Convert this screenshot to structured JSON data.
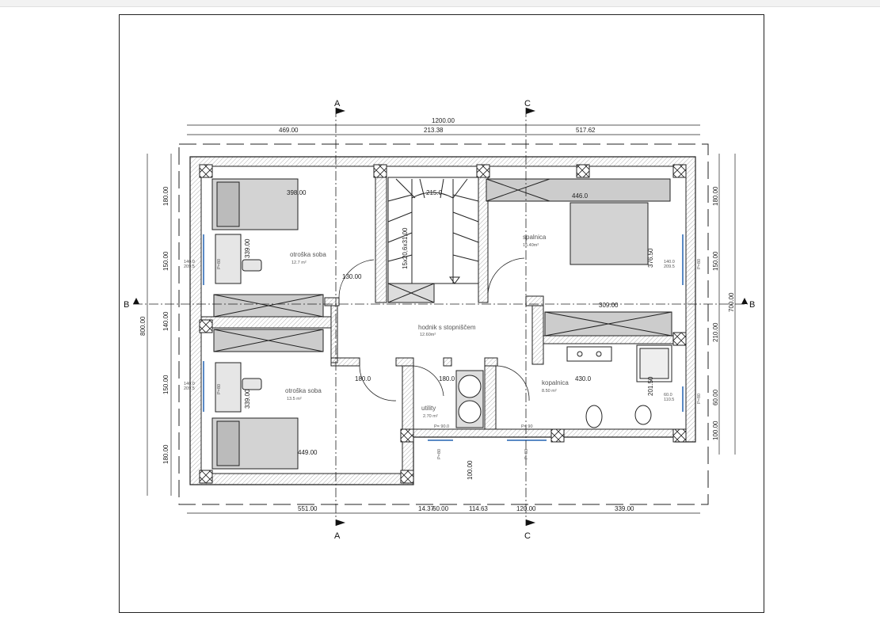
{
  "sections": {
    "a": "A",
    "b": "B",
    "c": "C"
  },
  "dims_top": {
    "overall": "1200.00",
    "seg1": "469.00",
    "seg2": "213.38",
    "seg3": "517.62"
  },
  "dims_bottom": {
    "seg1": "551.00",
    "seg2": "14.37",
    "seg3": "60.00",
    "seg4": "114.63",
    "seg5": "120.00",
    "seg6": "339.00"
  },
  "dims_left": {
    "overall": "800.00",
    "seg1": "180.00",
    "seg2": "150.00",
    "seg3": "140.00",
    "seg4": "150.00",
    "seg5": "180.00"
  },
  "dims_right": {
    "overall": "700.00",
    "seg1": "180.00",
    "seg2": "150.00",
    "seg3": "210.00",
    "seg4": "60.00",
    "seg5": "100.00"
  },
  "dims_inner": {
    "bed1_w": "398.00",
    "stair_w": "215.0",
    "bed_master_w": "446.0",
    "kids1_h": "339.00",
    "door1": "130.00",
    "stair_label": "15x20,6x31,00",
    "master_h": "376.50",
    "bath_w": "309.00",
    "hall1": "180.0",
    "hall2": "180.0",
    "bath_len": "430.0",
    "bath_h": "201.50",
    "kids2_h": "339.00",
    "bed2_w": "449.00",
    "utility_h": "100.00"
  },
  "windows": {
    "w1a": "140.0",
    "w1b": "209.5",
    "w2a": "140.0",
    "w2b": "209.5",
    "w3a": "140.0",
    "w3b": "209.5",
    "w4a": "60.0",
    "w4b": "110.5",
    "p1": "P= 90.0",
    "p2": "P= 90",
    "v1": "P=80",
    "v2": "P=80",
    "v3": "P=80",
    "v4": "P=80",
    "v5": "P=80",
    "v6": "P=80"
  },
  "rooms": {
    "kids1": {
      "name": "otroška soba",
      "area": "12.7  m²"
    },
    "kids2": {
      "name": "otroška soba",
      "area": "13.5  m²"
    },
    "master": {
      "name": "spalnica",
      "area": "15.40m²"
    },
    "hall": {
      "name": "hodnik s stopniščem",
      "area": "12.60m²"
    },
    "utility": {
      "name": "utility",
      "area": "2.70  m²"
    },
    "bath": {
      "name": "kopalnica",
      "area": "8.50  m²"
    }
  }
}
